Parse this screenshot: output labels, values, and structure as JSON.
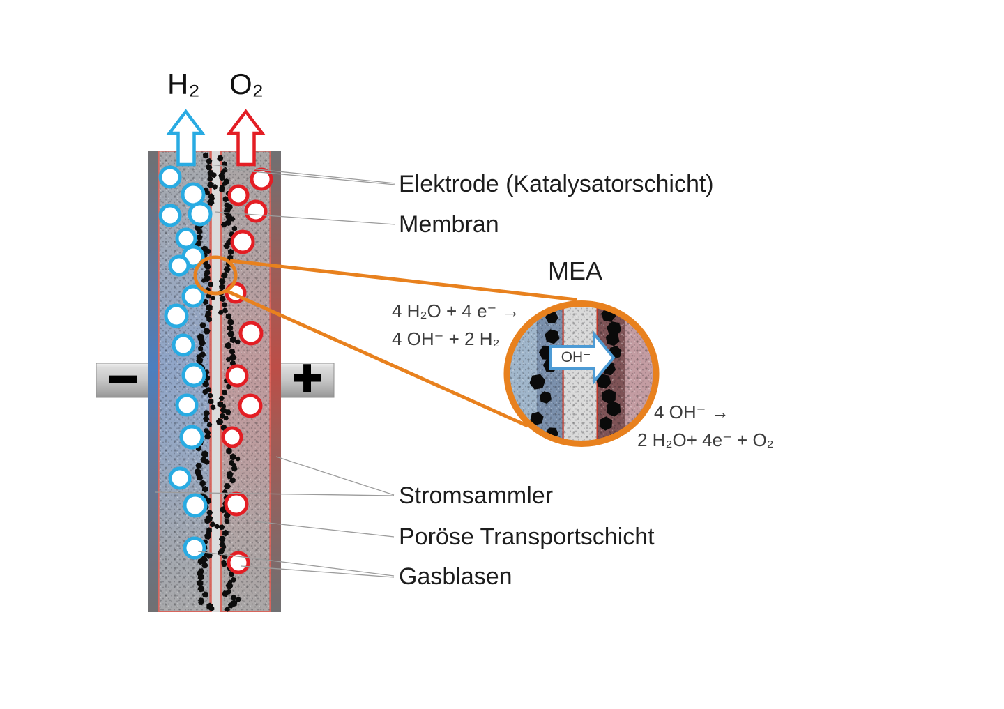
{
  "labels": {
    "h2": "H₂",
    "o2": "O₂",
    "elektrode": "Elektrode (Katalysatorschicht)",
    "membran": "Membran",
    "mea_title": "MEA",
    "stromsammler": "Stromsammler",
    "poroese_transportschicht": "Poröse Transportschicht",
    "gasblasen": "Gasblasen"
  },
  "terminals": {
    "negative": "−",
    "positive": "+"
  },
  "reactions": {
    "cathode_line1": "4 H₂O + 4 e⁻ →",
    "cathode_line2": "4 OH⁻ + 2 H₂",
    "anode_line1": "4 OH⁻ →",
    "anode_line2": "2 H₂O+ 4e⁻ + O₂",
    "ion_arrow_label": "OH⁻"
  },
  "colors": {
    "bubble_blue": "#29ABE2",
    "bubble_red": "#E31E24",
    "orange": "#E8811E",
    "collector_blue": "#4C7FBF",
    "collector_red": "#BC4E47",
    "membrane_gray": "#DBDBDB",
    "mea_arrow_blue": "#4D9BD5",
    "label_text": "#1D1D1D",
    "equation_text": "#3D3D3D",
    "callout_line": "#9C9C9C"
  },
  "bubbles": {
    "blue": [
      [
        244,
        254,
        14
      ],
      [
        277,
        279,
        15
      ],
      [
        244,
        309,
        14
      ],
      [
        287,
        307,
        15
      ],
      [
        267,
        342,
        13
      ],
      [
        277,
        368,
        14
      ],
      [
        257,
        381,
        13
      ],
      [
        277,
        425,
        14
      ],
      [
        253,
        453,
        15
      ],
      [
        263,
        495,
        14
      ],
      [
        278,
        538,
        15
      ],
      [
        268,
        581,
        14
      ],
      [
        275,
        627,
        15
      ],
      [
        258,
        686,
        14
      ],
      [
        280,
        725,
        15
      ],
      [
        279,
        786,
        14
      ]
    ],
    "red": [
      [
        375,
        257,
        14
      ],
      [
        342,
        280,
        13
      ],
      [
        367,
        303,
        14
      ],
      [
        348,
        347,
        15
      ],
      [
        338,
        420,
        13
      ],
      [
        360,
        478,
        15
      ],
      [
        340,
        539,
        14
      ],
      [
        359,
        582,
        15
      ],
      [
        333,
        627,
        13
      ],
      [
        339,
        723,
        15
      ],
      [
        342,
        807,
        14
      ]
    ]
  }
}
